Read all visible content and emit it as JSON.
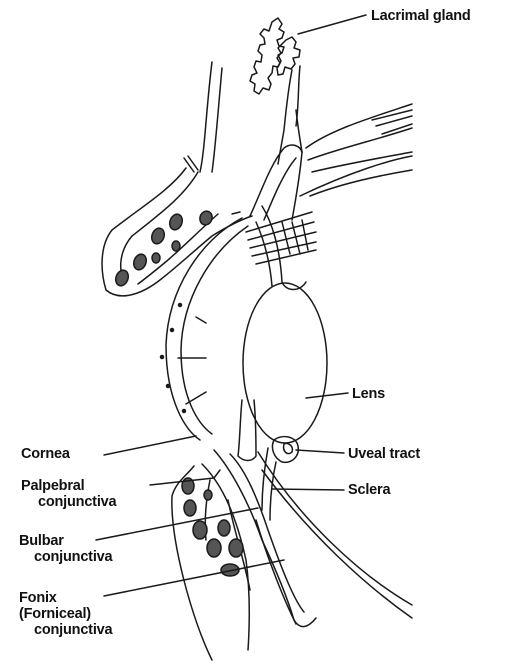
{
  "labels": {
    "lacrimal_gland": "Lacrimal gland",
    "lens": "Lens",
    "cornea": "Cornea",
    "uveal_tract": "Uveal tract",
    "sclera": "Sclera",
    "palpebral_line1": "Palpebral",
    "palpebral_line2": "conjunctiva",
    "bulbar_line1": "Bulbar",
    "bulbar_line2": "conjunctiva",
    "fornix_line1": "Fonix",
    "fornix_line2": "(Forniceal)",
    "fornix_line3": "conjunctiva"
  },
  "colors": {
    "ink": "#1a1a1a",
    "gland_fill": "#555555",
    "background": "#ffffff"
  }
}
